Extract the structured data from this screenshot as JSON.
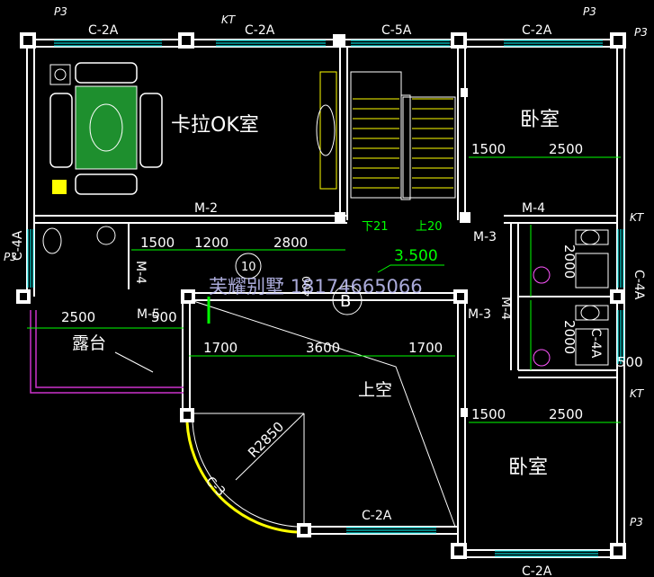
{
  "colors": {
    "background": "#000000",
    "wall": "#FFFFFF",
    "window": "#00FFFF",
    "dimension": "#00FF00",
    "text": "#FFFFFF",
    "furniture": "#FFFF00",
    "carpet": "#1E8F2E",
    "magenta": "#CC33CC",
    "blue": "#3333FF",
    "watermark": "#C8C8FF",
    "accent_cyan": "#00FFFF",
    "arc": "#FFFF00"
  },
  "labels": {
    "p3": "P3",
    "kt": "KT",
    "karaoke_room": "卡拉OK室",
    "bedroom": "卧室",
    "terrace": "露台",
    "void": "上空",
    "watermark": "芙耀别墅 18174665066",
    "grid_10": "10",
    "grid_b": "B",
    "stairs_down": "下21",
    "stairs_up": "上20",
    "elevation": "3.500"
  },
  "windows": {
    "top_left_1": "C-2A",
    "top_left_2": "C-2A",
    "top_middle": "C-5A",
    "top_right": "C-2A",
    "left_side": "C-4A",
    "right_upper": "C-4A",
    "right_lower": "C-4A",
    "bottom_arc": "C-2A",
    "bottom_right": "C-2A",
    "arc_window": "C-3"
  },
  "doors": {
    "m2": "M-2",
    "m3_a": "M-3",
    "m3_b": "M-3",
    "m4_a": "M-4",
    "m4_b": "M-4",
    "m4_c": "M-4",
    "m5": "M-5"
  },
  "dimensions": {
    "d1500_a": "1500",
    "d1200": "1200",
    "d2800": "2800",
    "d1500_b": "1500",
    "d2500_a": "2500",
    "d2000_a": "2000",
    "d2000_b": "2000",
    "d2500_terrace": "2500",
    "d500_a": "500",
    "d1700_a": "1700",
    "d3600": "3600",
    "d1700_b": "1700",
    "d1500_c": "1500",
    "d2500_b": "2500",
    "d400": "400",
    "d500_b": "500",
    "r2850": "R2850"
  }
}
